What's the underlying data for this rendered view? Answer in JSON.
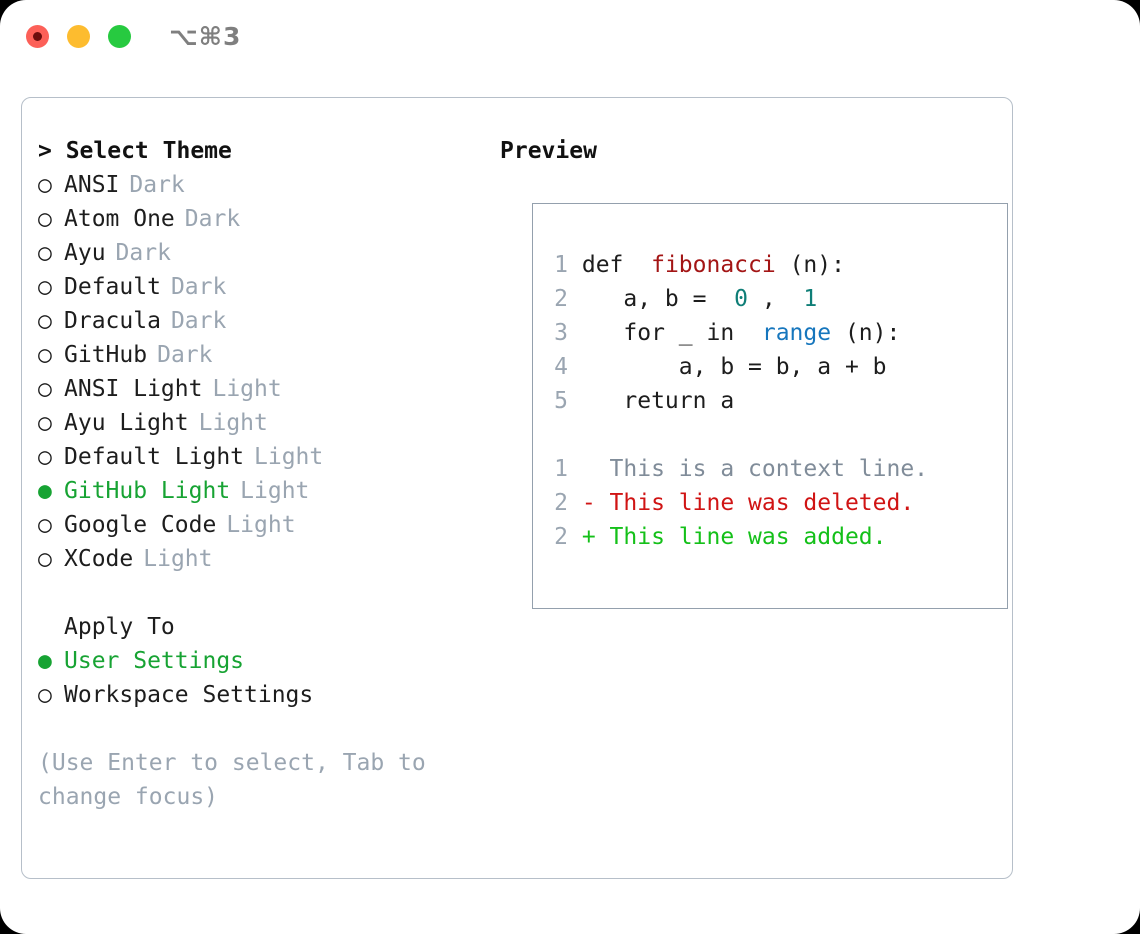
{
  "window": {
    "shortcut": "⌥⌘3",
    "traffic_lights": [
      {
        "name": "close",
        "color": "#fc6058"
      },
      {
        "name": "minimize",
        "color": "#fdbc2f"
      },
      {
        "name": "maximize",
        "color": "#27ca40"
      }
    ]
  },
  "theme_picker": {
    "title": "> Select Theme",
    "options": [
      {
        "marker": "○",
        "label": "ANSI",
        "variant": "Dark",
        "selected": false
      },
      {
        "marker": "○",
        "label": "Atom One",
        "variant": "Dark",
        "selected": false
      },
      {
        "marker": "○",
        "label": "Ayu",
        "variant": "Dark",
        "selected": false
      },
      {
        "marker": "○",
        "label": "Default",
        "variant": "Dark",
        "selected": false
      },
      {
        "marker": "○",
        "label": "Dracula",
        "variant": "Dark",
        "selected": false
      },
      {
        "marker": "○",
        "label": "GitHub",
        "variant": "Dark",
        "selected": false
      },
      {
        "marker": "○",
        "label": "ANSI Light",
        "variant": "Light",
        "selected": false
      },
      {
        "marker": "○",
        "label": "Ayu Light",
        "variant": "Light",
        "selected": false
      },
      {
        "marker": "○",
        "label": "Default Light",
        "variant": "Light",
        "selected": false
      },
      {
        "marker": "●",
        "label": "GitHub Light",
        "variant": "Light",
        "selected": true
      },
      {
        "marker": "○",
        "label": "Google Code",
        "variant": "Light",
        "selected": false
      },
      {
        "marker": "○",
        "label": "XCode",
        "variant": "Light",
        "selected": false
      }
    ]
  },
  "apply_to": {
    "title": "Apply To",
    "options": [
      {
        "marker": "●",
        "label": "User Settings",
        "variant": "",
        "selected": true
      },
      {
        "marker": "○",
        "label": "Workspace Settings",
        "variant": "",
        "selected": false
      }
    ]
  },
  "hint": "(Use Enter to select, Tab to change focus)",
  "preview": {
    "title": "Preview",
    "code_lines": [
      {
        "n": "1",
        "indent": "",
        "segments": [
          {
            "text": "def ",
            "cls": "c-plain"
          },
          {
            "text": "fibonacci",
            "cls": "c-func"
          },
          {
            "text": "(n):",
            "cls": "c-plain"
          }
        ]
      },
      {
        "n": "2",
        "indent": "",
        "segments": [
          {
            "text": "    a, b = ",
            "cls": "c-plain"
          },
          {
            "text": "0",
            "cls": "c-num"
          },
          {
            "text": ", ",
            "cls": "c-plain"
          },
          {
            "text": "1",
            "cls": "c-num"
          }
        ]
      },
      {
        "n": "3",
        "indent": "",
        "segments": [
          {
            "text": "    for _ in ",
            "cls": "c-plain"
          },
          {
            "text": "range",
            "cls": "c-builtin"
          },
          {
            "text": "(n):",
            "cls": "c-plain"
          }
        ]
      },
      {
        "n": "4",
        "indent": "",
        "segments": [
          {
            "text": "        a, b = b, a + b",
            "cls": "c-plain"
          }
        ]
      },
      {
        "n": "5",
        "indent": "",
        "segments": [
          {
            "text": "    return a",
            "cls": "c-plain"
          }
        ]
      }
    ],
    "diff_lines": [
      {
        "n": "1",
        "segments": [
          {
            "text": "   This is a context line.",
            "cls": "c-ctx"
          }
        ]
      },
      {
        "n": "2",
        "segments": [
          {
            "text": " - This line was deleted.",
            "cls": "c-del"
          }
        ]
      },
      {
        "n": "2",
        "segments": [
          {
            "text": " + This line was added.",
            "cls": "c-add"
          }
        ]
      }
    ]
  },
  "colors": {
    "accent_green": "#17a333",
    "muted_gray": "#9aa5b1",
    "border": "#b6bfc9",
    "preview_border": "#94a0ad",
    "func_red": "#a31515",
    "number_teal": "#0f7e77",
    "builtin_blue": "#1676bd",
    "diff_deleted": "#d01414",
    "diff_added": "#14c019",
    "diff_context": "#808c99"
  }
}
